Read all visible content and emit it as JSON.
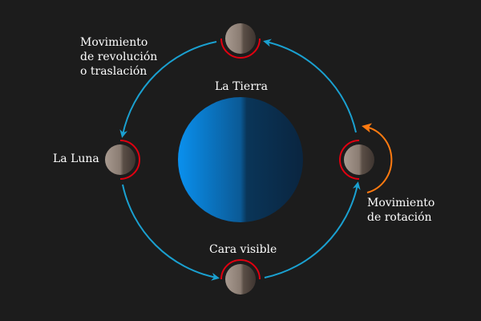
{
  "labels": {
    "earth": "La Tierra",
    "moon": "La Luna",
    "revolution": [
      "Movimiento",
      "de revolución",
      "o traslación"
    ],
    "rotation": [
      "Movimiento",
      "de rotación"
    ],
    "visible_face": "Cara visible"
  },
  "colors": {
    "background": "#1c1c1c",
    "orbit": "#1aa0d0",
    "rotation_arrow": "#ff7a10",
    "visible_face_marker": "#e00010",
    "earth_light": "#0a90ee",
    "earth_dark": "#0a2540"
  }
}
